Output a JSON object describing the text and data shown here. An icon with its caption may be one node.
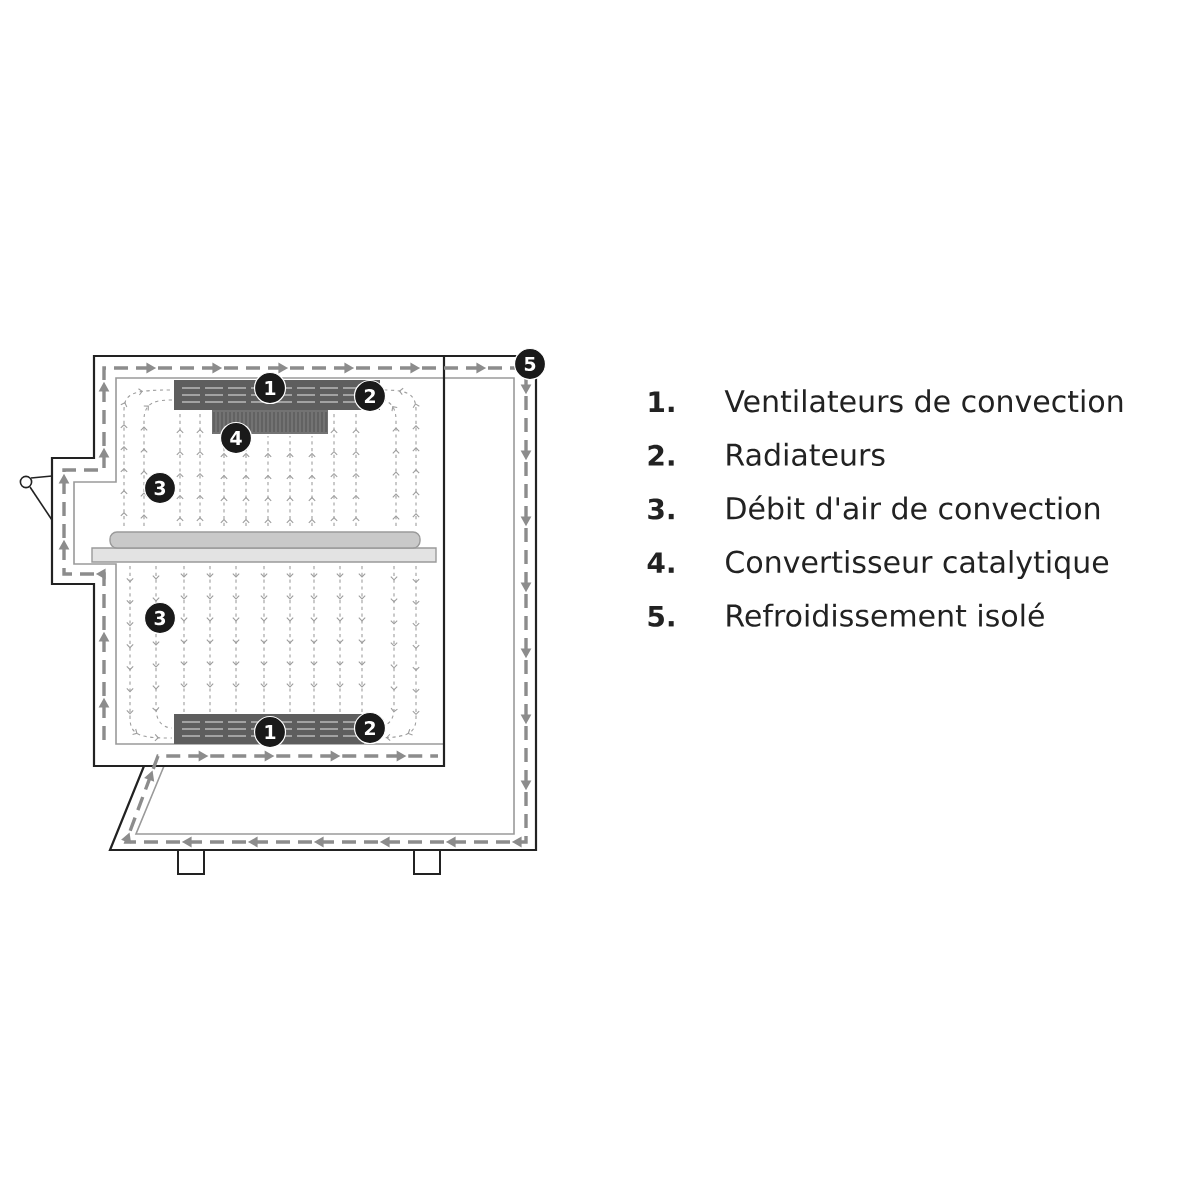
{
  "diagram": {
    "labels": [
      "5",
      "1",
      "2",
      "4",
      "3",
      "3",
      "1",
      "2",
      "1.",
      "Ventilateurs de convection",
      "2.",
      "Radiateurs",
      "3.",
      "Débit d'air de convection",
      "4.",
      "Convertisseur catalytique",
      "5.",
      "Refroidissement isolé"
    ]
  }
}
